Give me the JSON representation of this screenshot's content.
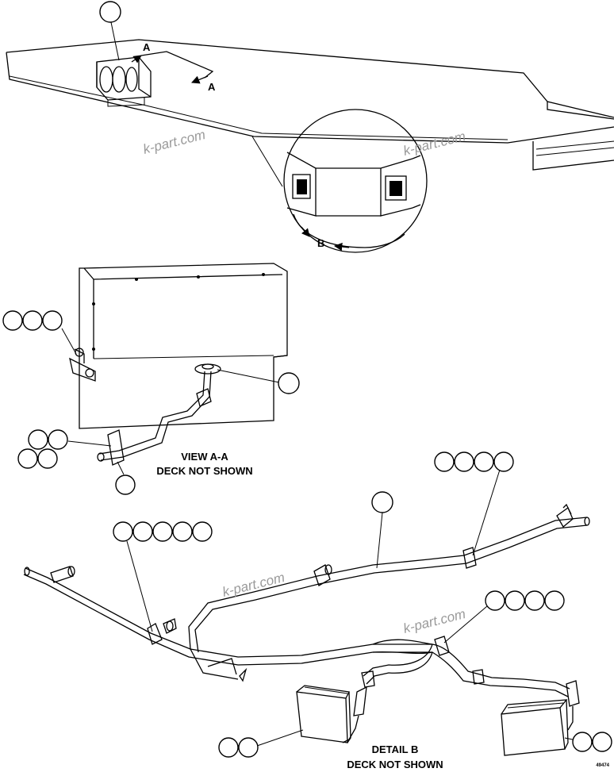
{
  "labels": {
    "section_a_arrow_top": "A",
    "section_a_arrow_bottom": "A",
    "section_b_arrow": "B",
    "view_aa_line1": "VIEW A-A",
    "view_aa_line2": "DECK NOT SHOWN",
    "detail_b_line1": "DETAIL B",
    "detail_b_line2": "DECK NOT SHOWN",
    "drawing_number": "49474"
  },
  "watermarks": [
    "k-part.com",
    "k-part.com",
    "k-part.com",
    "k-part.com"
  ],
  "callout_groups": [
    {
      "id": "top-box",
      "count": 1
    },
    {
      "id": "view-aa-upper-left",
      "count": 3
    },
    {
      "id": "view-aa-grommet",
      "count": 1
    },
    {
      "id": "view-aa-lower-left",
      "count": 4
    },
    {
      "id": "view-aa-clamp",
      "count": 1
    },
    {
      "id": "harness-upper-right",
      "count": 4
    },
    {
      "id": "harness-main",
      "count": 1
    },
    {
      "id": "harness-left",
      "count": 5
    },
    {
      "id": "harness-right",
      "count": 4
    },
    {
      "id": "connector-left",
      "count": 2
    },
    {
      "id": "connector-right",
      "count": 2
    }
  ]
}
